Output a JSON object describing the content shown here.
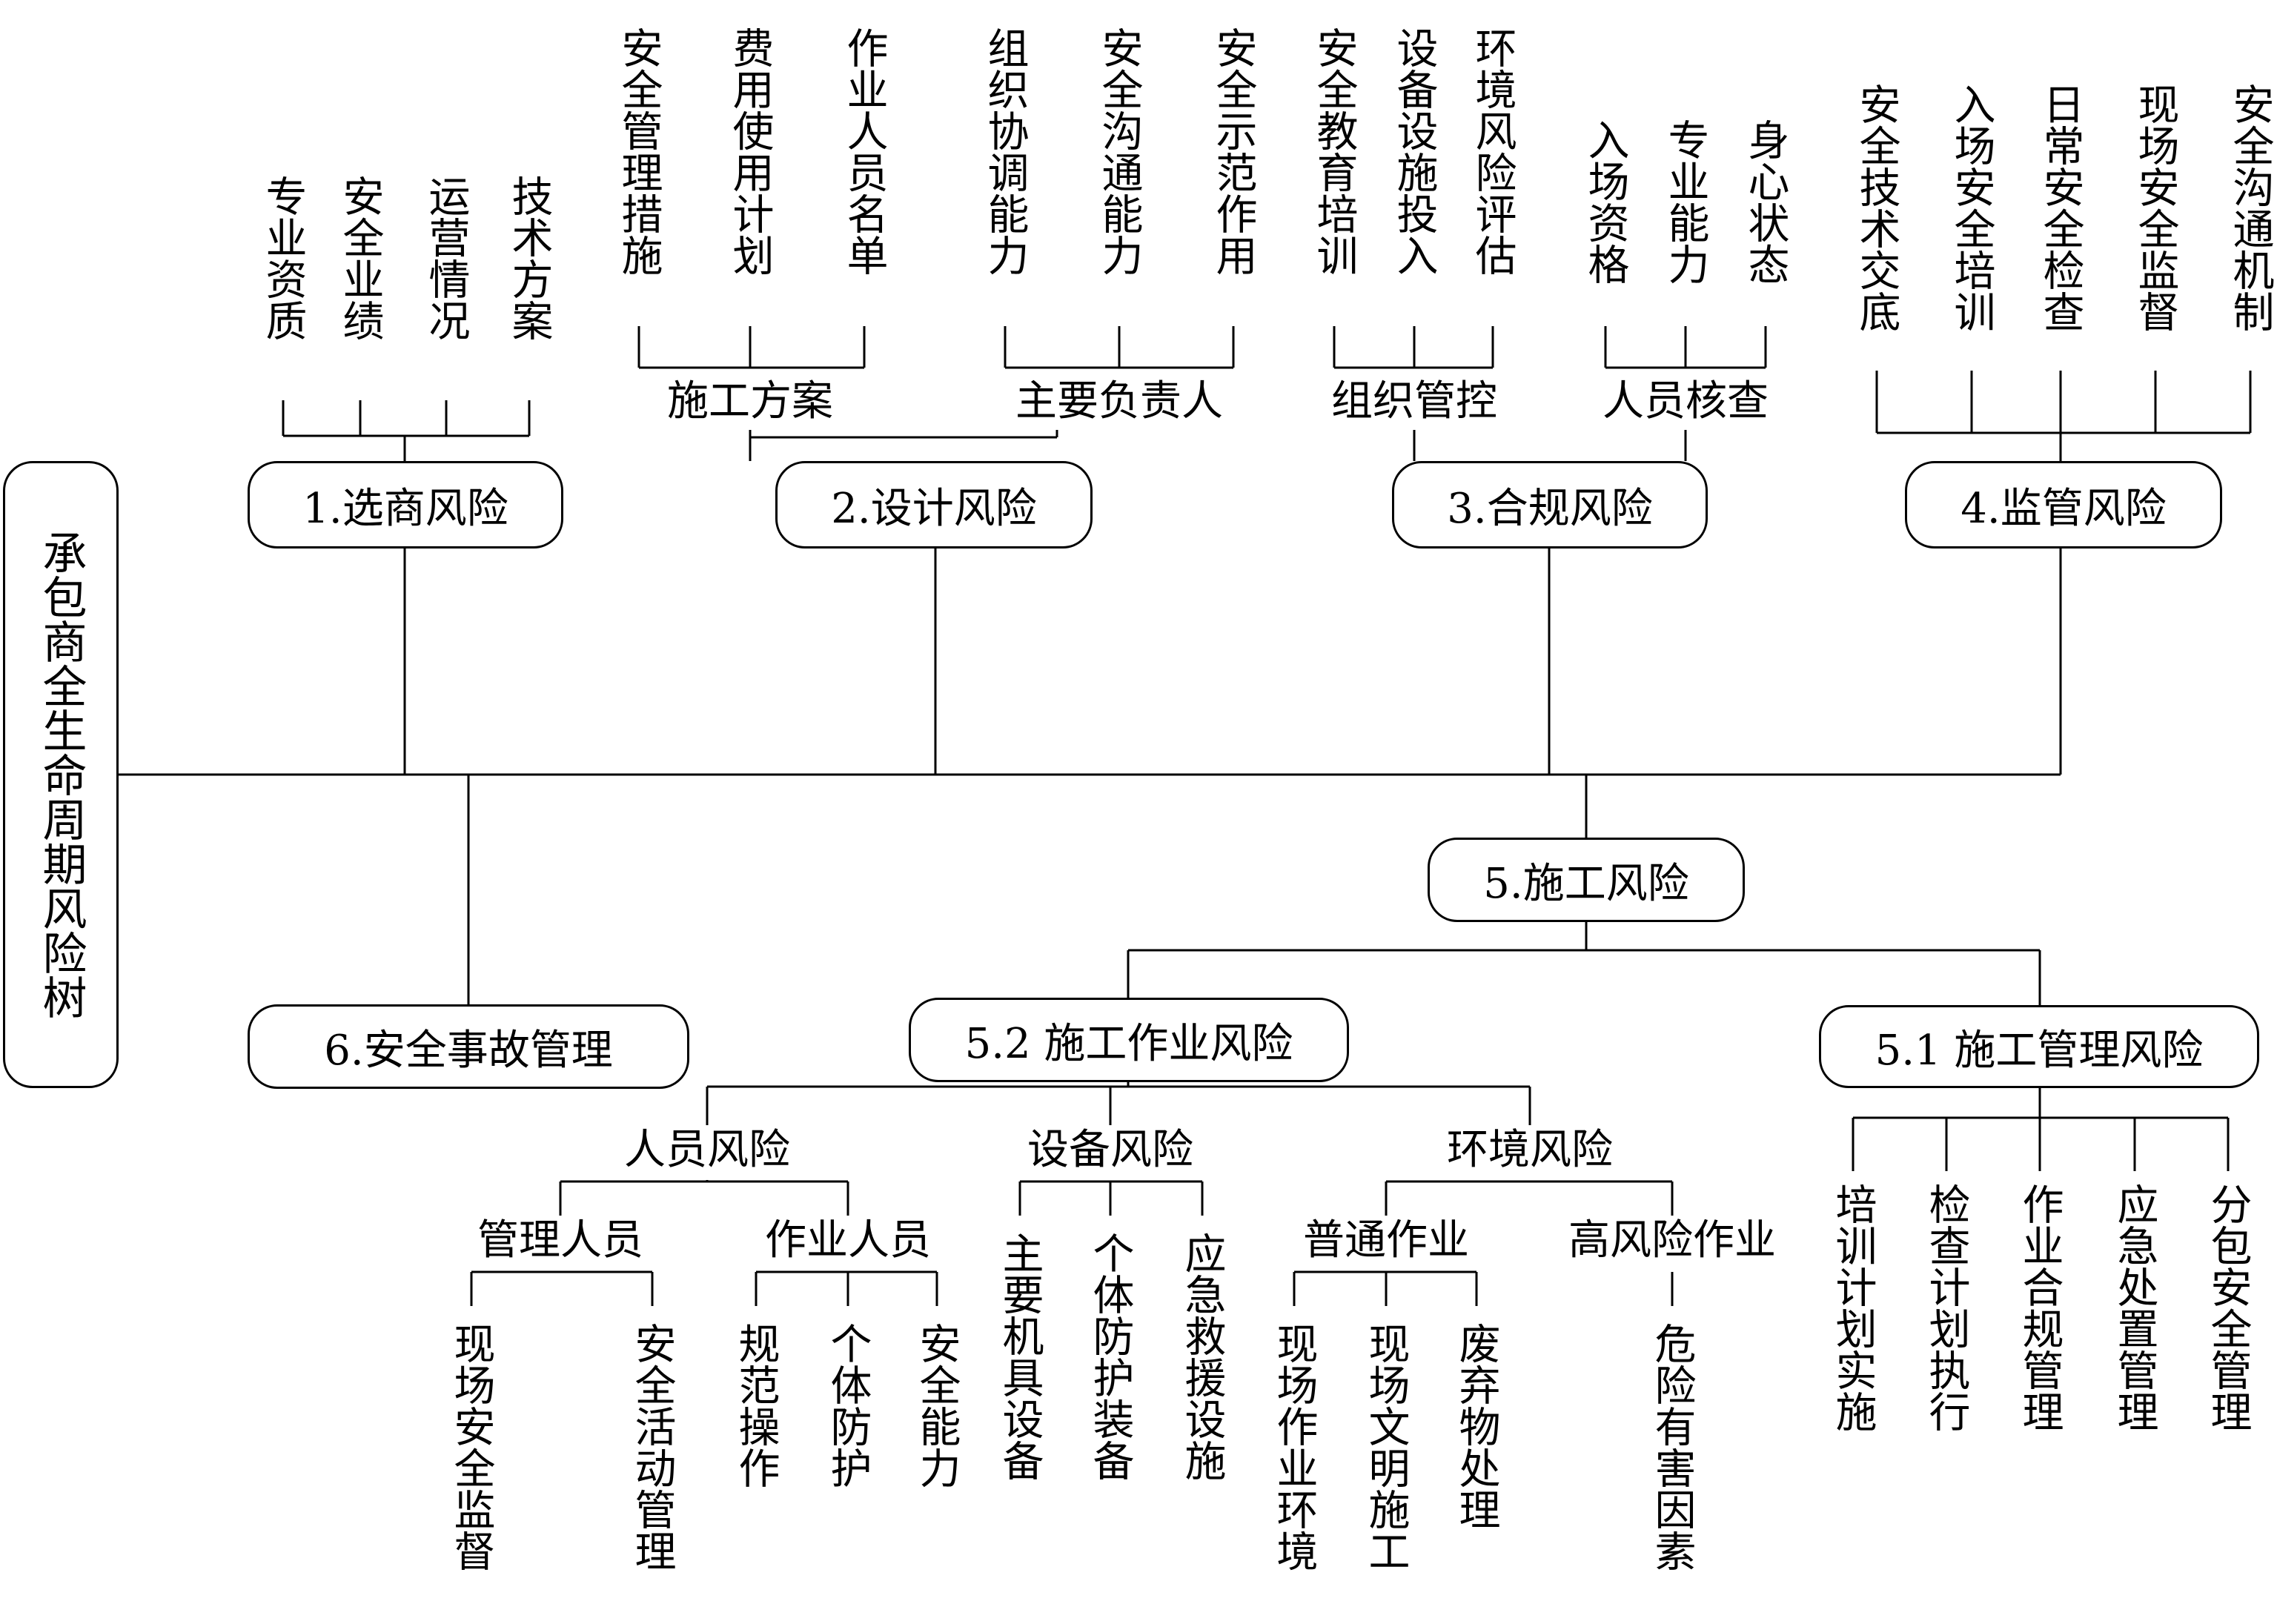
{
  "root": "承包商全生命周期风险树",
  "n1": {
    "label": "1.选商风险",
    "leaves": [
      "专业资质",
      "安全业绩",
      "运营情况",
      "技术方案"
    ]
  },
  "n2": {
    "label": "2.设计风险",
    "groups": [
      {
        "label": "施工方案",
        "leaves": [
          "安全管理措施",
          "费用使用计划",
          "作业人员名单"
        ]
      },
      {
        "label": "主要负责人",
        "leaves": [
          "组织协调能力",
          "安全沟通能力",
          "安全示范作用"
        ]
      }
    ]
  },
  "n3": {
    "label": "3.合规风险",
    "groups": [
      {
        "label": "组织管控",
        "leaves": [
          "安全教育培训",
          "设备设施投入",
          "环境风险评估"
        ]
      },
      {
        "label": "人员核查",
        "leaves": [
          "入场资格",
          "专业能力",
          "身心状态"
        ]
      }
    ]
  },
  "n4": {
    "label": "4.监管风险",
    "leaves": [
      "安全技术交底",
      "入场安全培训",
      "日常安全检查",
      "现场安全监督",
      "安全沟通机制"
    ]
  },
  "n5": {
    "label": "5.施工风险"
  },
  "n51": {
    "label": "5.1  施工管理风险",
    "leaves": [
      "培训计划实施",
      "检查计划执行",
      "作业合规管理",
      "应急处置管理",
      "分包安全管理"
    ]
  },
  "n52": {
    "label": "5.2  施工作业风险",
    "people": {
      "label": "人员风险",
      "mgr": {
        "label": "管理人员",
        "leaves": [
          "现场安全监督",
          "安全活动管理"
        ]
      },
      "worker": {
        "label": "作业人员",
        "leaves": [
          "规范操作",
          "个体防护",
          "安全能力"
        ]
      }
    },
    "equip": {
      "label": "设备风险",
      "leaves": [
        "主要机具设备",
        "个体防护装备",
        "应急救援设施"
      ]
    },
    "env": {
      "label": "环境风险",
      "normal": {
        "label": "普通作业",
        "leaves": [
          "现场作业环境",
          "现场文明施工",
          "废弃物处理"
        ]
      },
      "high": {
        "label": "高风险作业",
        "leaves": [
          "危险有害因素"
        ]
      }
    }
  },
  "n6": {
    "label": "6.安全事故管理"
  }
}
